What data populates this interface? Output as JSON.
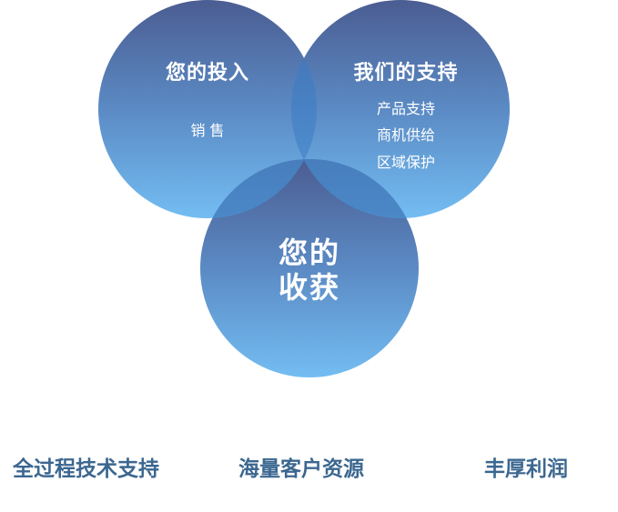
{
  "circles": {
    "left": {
      "title": "您的投入",
      "items": [
        "销 售"
      ]
    },
    "right": {
      "title": "我们的支持",
      "items": [
        "产品支持",
        "商机供给",
        "区域保护"
      ]
    },
    "bottom": {
      "title_lines": [
        "您的",
        "收获"
      ]
    }
  },
  "benefits": [
    "全过程技术支持",
    "海量客户资源",
    "丰厚利润"
  ],
  "colors": {
    "circle_top": "#4a5f93",
    "circle_bottom": "#6fb6ec",
    "overlap": "#3f84c7",
    "benefit_text": "#3b6790"
  }
}
